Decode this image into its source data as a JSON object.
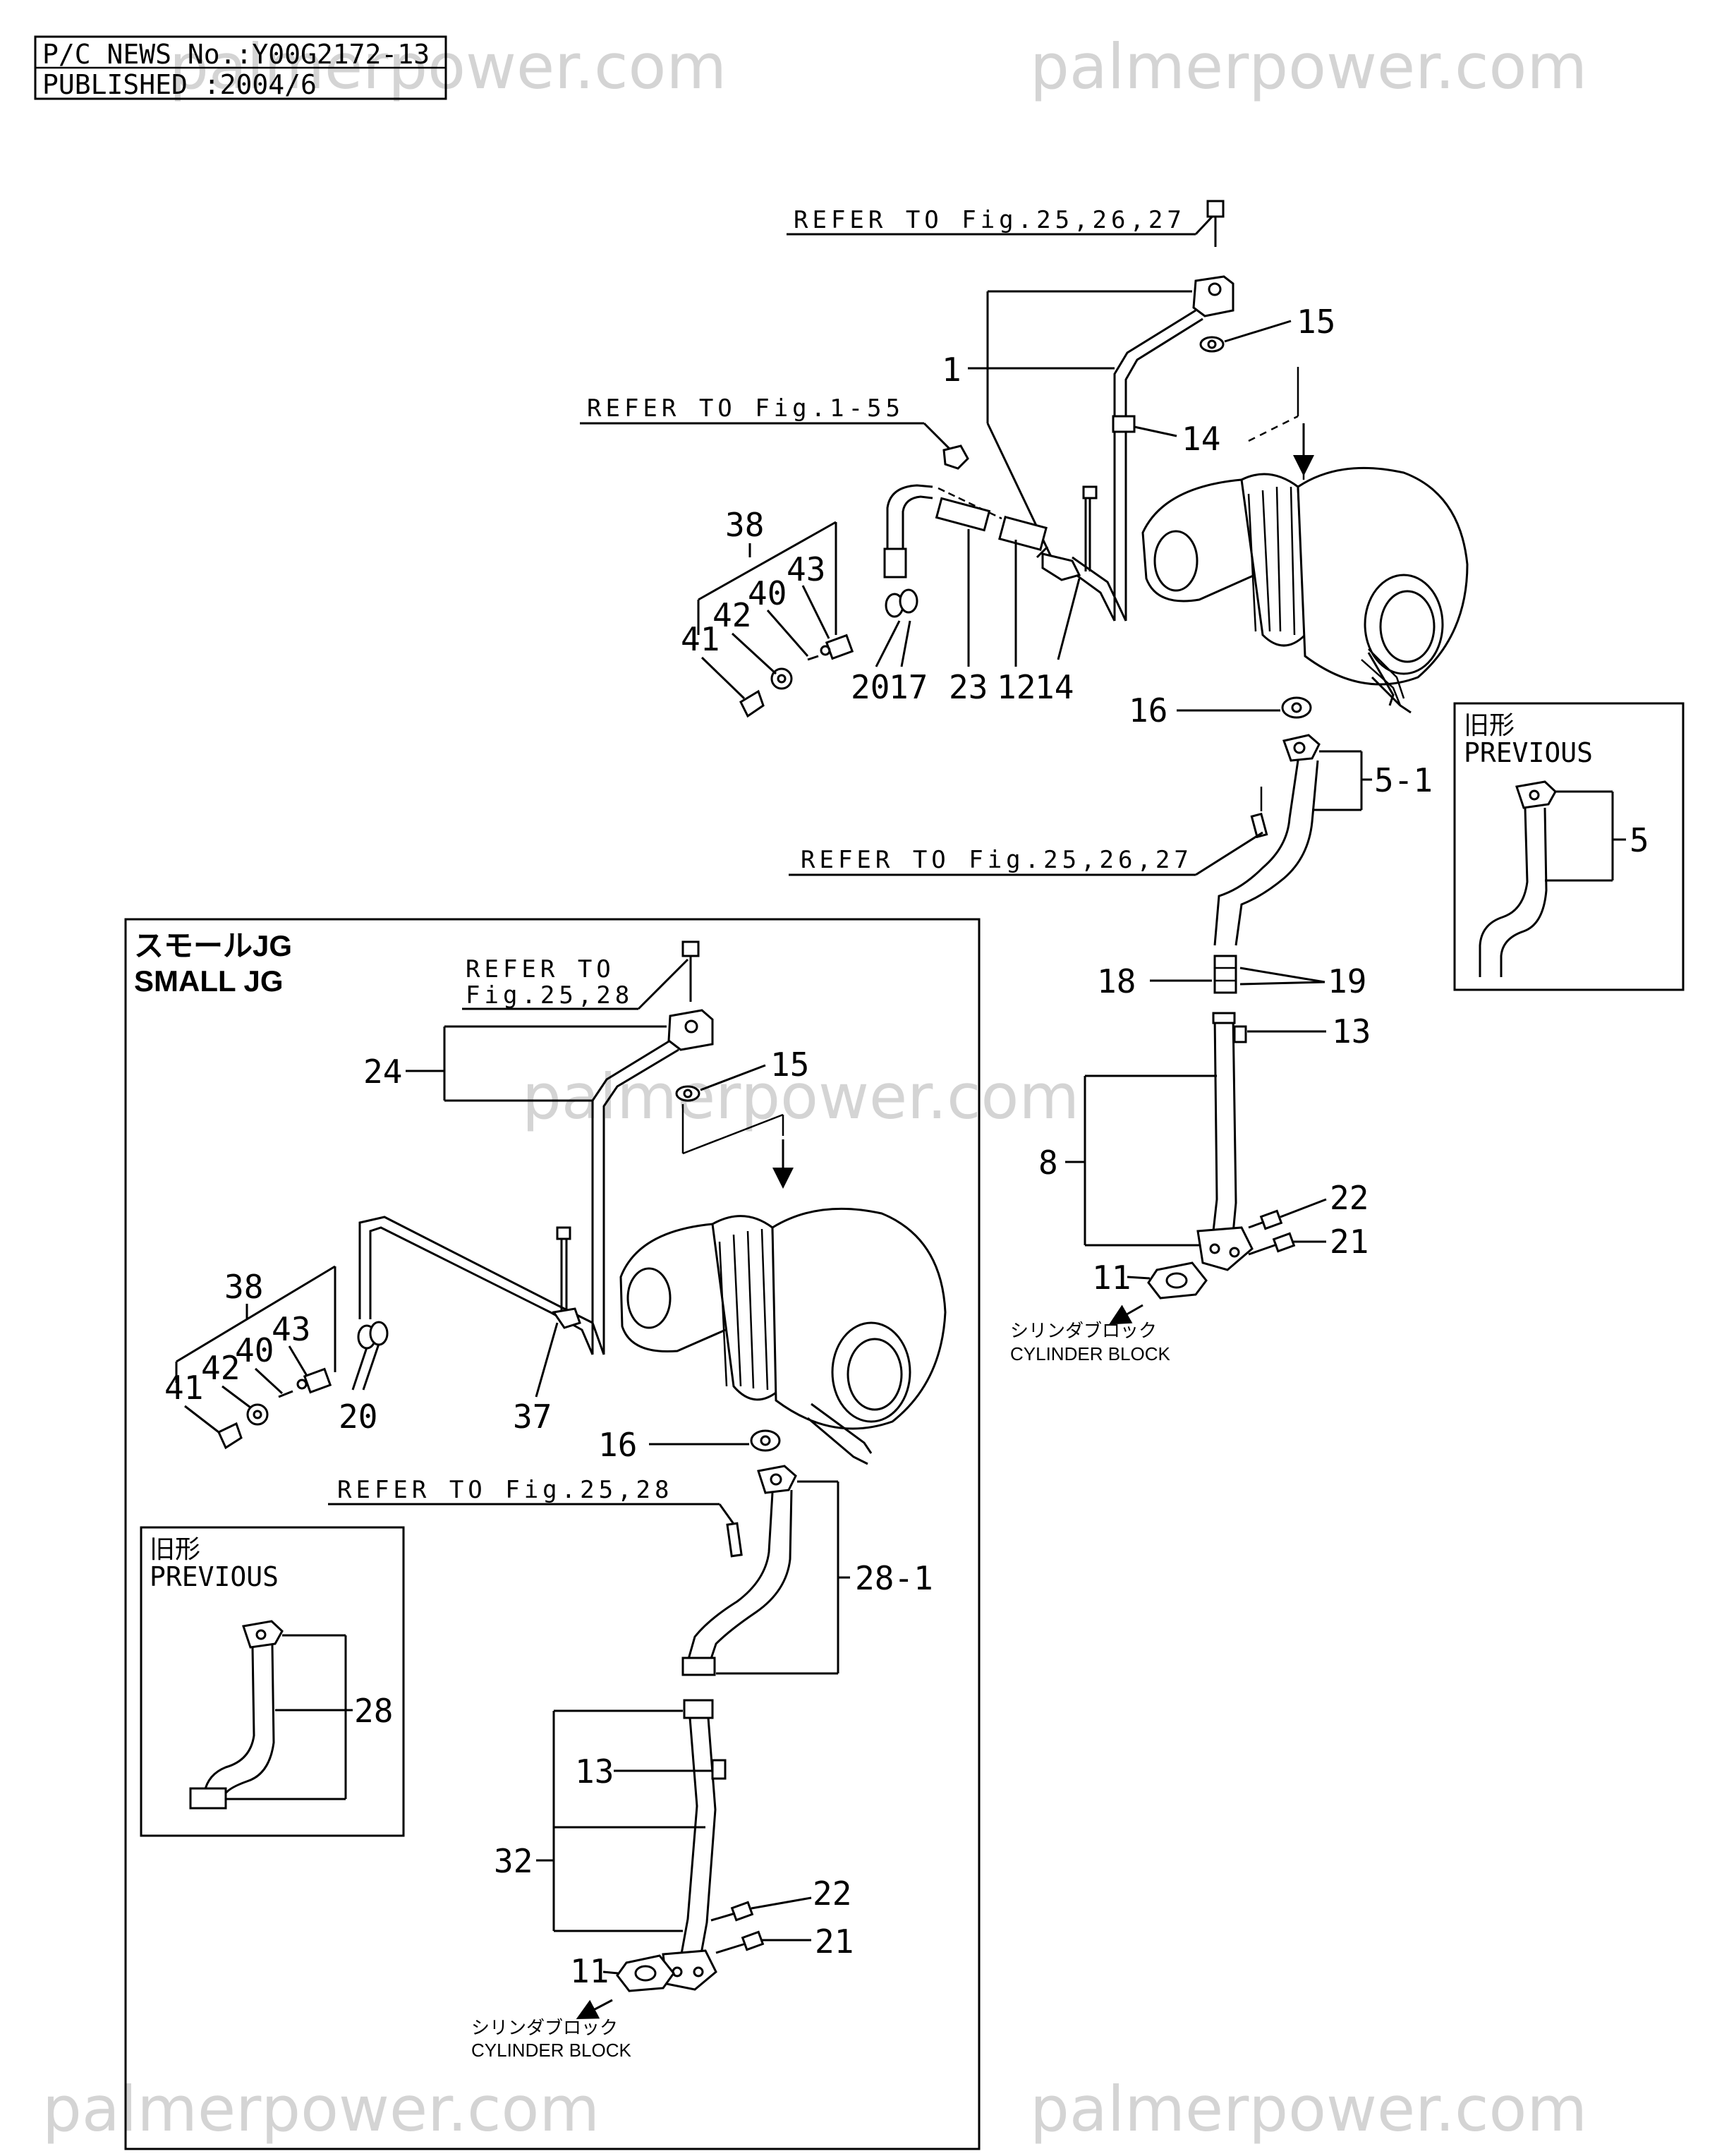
{
  "header": {
    "line1": "P/C NEWS No.:Y00G2172-13",
    "line2": "PUBLISHED :2004/6"
  },
  "watermark": "palmerpower.com",
  "refs": {
    "fig_25_26_27": "REFER TO Fig.25,26,27",
    "fig_1_55": "REFER TO Fig.1-55",
    "fig_25_28_l1": "REFER TO",
    "fig_25_28_l2": "Fig.25,28",
    "fig_25_28": "REFER TO Fig.25,28"
  },
  "main_labels": {
    "p1": "1",
    "p15": "15",
    "p14a": "14",
    "p38": "38",
    "p43": "43",
    "p40": "40",
    "p42": "42",
    "p41": "41",
    "p20": "20",
    "p17": "17",
    "p23": "23",
    "p12": "12",
    "p14b": "14",
    "p16": "16",
    "p5_1": "5-1",
    "p18": "18",
    "p19": "19",
    "p13": "13",
    "p8": "8",
    "p22": "22",
    "p21": "21",
    "p11": "11"
  },
  "cylinder_block": {
    "jp": "シリンダブロック",
    "en": "CYLINDER BLOCK"
  },
  "previous_box": {
    "jp": "旧形",
    "en": "PREVIOUS",
    "part": "5"
  },
  "small_jg": {
    "title_jp": "スモールJG",
    "title_en": "SMALL JG",
    "labels": {
      "p24": "24",
      "p15": "15",
      "p38": "38",
      "p43": "43",
      "p40": "40",
      "p42": "42",
      "p41": "41",
      "p20": "20",
      "p37": "37",
      "p16": "16",
      "p28_1": "28-1",
      "p13": "13",
      "p32": "32",
      "p22": "22",
      "p21": "21",
      "p11": "11"
    },
    "previous_box": {
      "jp": "旧形",
      "en": "PREVIOUS",
      "part": "28"
    },
    "cylinder_block": {
      "jp": "シリンダブロック",
      "en": "CYLINDER BLOCK"
    }
  }
}
